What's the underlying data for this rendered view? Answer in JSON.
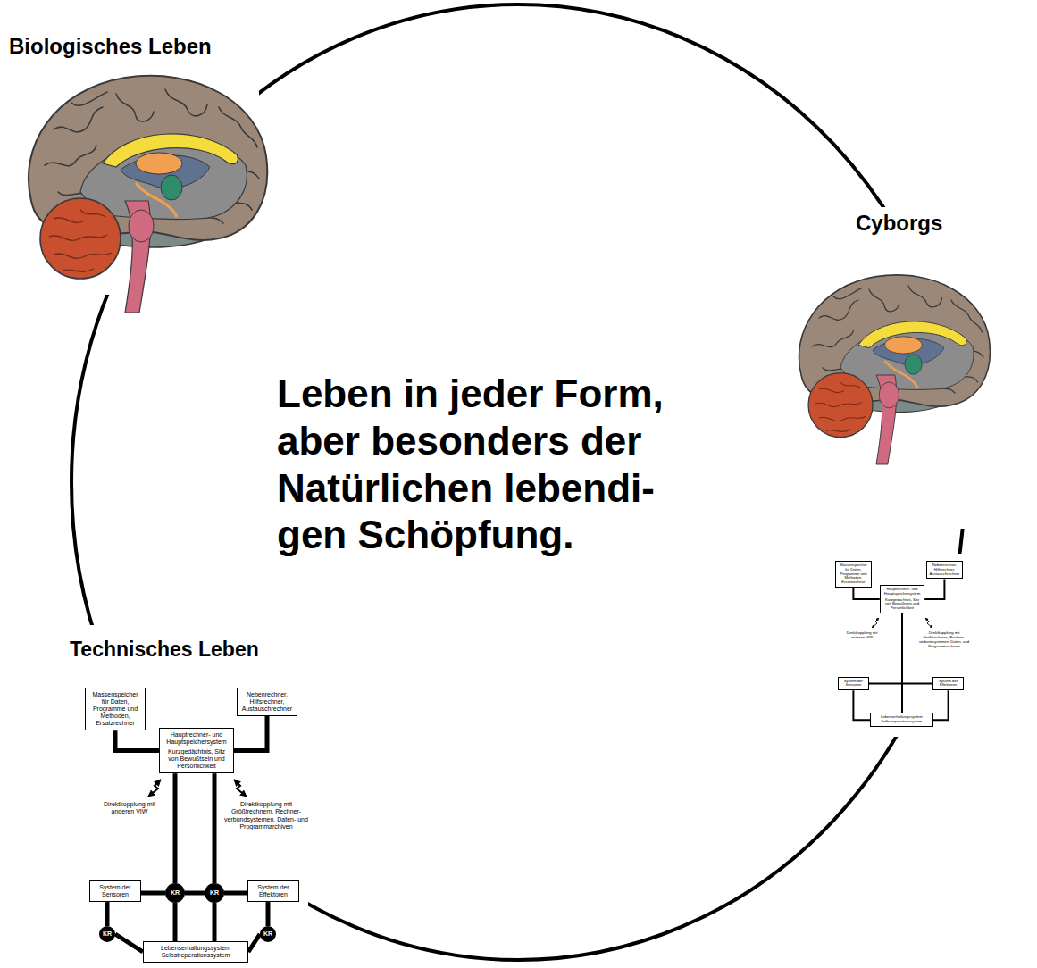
{
  "diagram": {
    "nodes": [
      {
        "text": [
          "Massenspeicher für Daten, Programme und Methoden, Ersatzrechner"
        ]
      },
      {
        "text": [
          "Nebenrechner, Hilfsrechner, Austauschrechner"
        ]
      },
      {
        "text": [
          "Hauptrechner- und Hauptspeichersystem",
          "Kurzgedächtnis, Sitz von Bewußtsein und Persönlichkeit"
        ]
      },
      {
        "text": [
          "System der Sensoren"
        ]
      },
      {
        "text": [
          "KR"
        ]
      },
      {
        "text": [
          "KR"
        ]
      },
      {
        "text": [
          "System der Effektoren"
        ]
      },
      {
        "text": [
          "KR"
        ]
      },
      {
        "text": [
          "KR"
        ]
      },
      {
        "text": [
          "Lebenserhaltungssystem Selbstreperationssystem"
        ]
      },
      {
        "text": [
          "Massenspeicher für Daten, Programme und Methoden, Ersatzrechner"
        ]
      },
      {
        "text": [
          "Nebenrechner, Hilfsrechner, Austauschrechner"
        ]
      },
      {
        "text": [
          "Hauptrechner- und Hauptspeichersystem",
          "Kurzgedächtnis, Sitz von Bewußtsein und Persönlichkeit"
        ]
      },
      {
        "text": [
          "System der Sensoren"
        ]
      },
      {
        "text": [
          "System der Effektoren"
        ]
      },
      {
        "text": [
          "Lebenserhaltungssystem Selbstreperationssystem"
        ]
      }
    ],
    "edges": [
      {
        "from": 0,
        "to": 2,
        "arrow": "none"
      },
      {
        "from": 1,
        "to": 2,
        "arrow": "none"
      },
      {
        "from": 2,
        "to": 4,
        "arrow": "none"
      },
      {
        "from": 2,
        "to": 5,
        "arrow": "none"
      },
      {
        "from": 3,
        "to": 4,
        "arrow": "none"
      },
      {
        "from": 4,
        "to": 5,
        "arrow": "none"
      },
      {
        "from": 5,
        "to": 6,
        "arrow": "none"
      },
      {
        "from": 3,
        "to": 7,
        "arrow": "none"
      },
      {
        "from": 6,
        "to": 8,
        "arrow": "none"
      },
      {
        "from": 4,
        "to": 9,
        "arrow": "none"
      },
      {
        "from": 5,
        "to": 9,
        "arrow": "none"
      },
      {
        "from": 7,
        "to": 9,
        "arrow": "none"
      },
      {
        "from": 8,
        "to": 9,
        "arrow": "none"
      },
      {
        "from": 10,
        "to": 12,
        "arrow": "none"
      },
      {
        "from": 11,
        "to": 12,
        "arrow": "none"
      },
      {
        "from": 13,
        "to": 14,
        "arrow": "none"
      },
      {
        "from": 12,
        "to": 15,
        "arrow": "none"
      },
      {
        "from": 13,
        "to": 15,
        "arrow": "none"
      },
      {
        "from": 14,
        "to": 15,
        "arrow": "none"
      }
    ],
    "labels": [
      "Biologisches Leben",
      "Cyborgs",
      "Leben in jeder Form, aber besonders der Natürlichen lebendi- gen Schöpfung.",
      "Technisches Leben",
      "Direktkopplung mit anderen VIW",
      "Direktkopplung mit Größtrechnern, Rechner- verbundsystemen, Daten- und Programmarchiven",
      "Direktkopplung mit anderen VIW",
      "Direktkopplung mit Größtrechnern, Rechner- verbundsystemen, Daten- und Programmarchiven"
    ]
  }
}
